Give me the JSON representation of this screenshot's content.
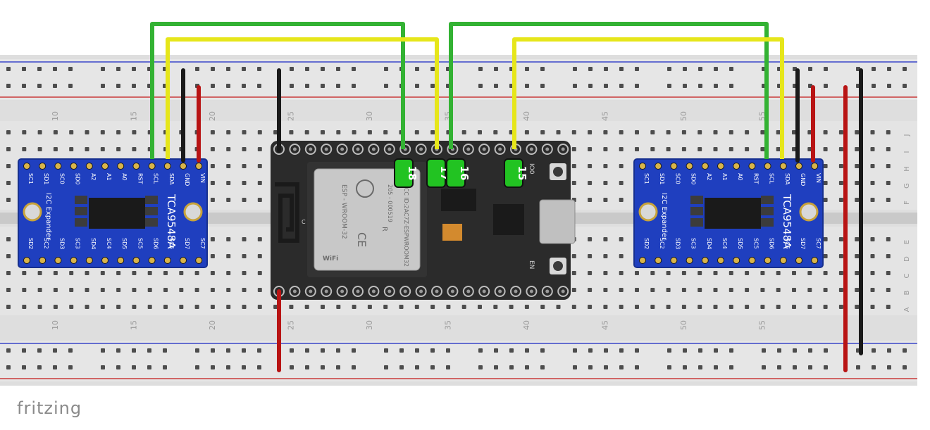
{
  "app": {
    "watermark": "fritzing",
    "accent_colors": {
      "breadboard": "#dcdcdc",
      "module_blue": "#1f3fbf",
      "esp_board": "#2b2b2b",
      "wire_green": "#33b233",
      "wire_yellow": "#e6e61a",
      "wire_black": "#1a1a1a",
      "wire_red": "#b81414",
      "pin_label_green": "#22c322"
    }
  },
  "breadboard": {
    "column_numbers": [
      "10",
      "15",
      "20",
      "25",
      "30",
      "35",
      "40",
      "45",
      "50",
      "55"
    ],
    "row_letters_top": [
      "J",
      "I",
      "H",
      "G",
      "F"
    ],
    "row_letters_bottom": [
      "E",
      "D",
      "C",
      "B",
      "A"
    ]
  },
  "modules": [
    {
      "title": "TCA9548A",
      "subtitle": "I2C Expander",
      "top_pins": [
        "SC1",
        "SD1",
        "SC0",
        "SD0",
        "A2",
        "A1",
        "A0",
        "RST",
        "SCL",
        "SDA",
        "GND",
        "VIN"
      ],
      "bottom_pins": [
        "SD2",
        "SC2",
        "SD3",
        "SC3",
        "SD4",
        "SC4",
        "SD5",
        "SC5",
        "SD6",
        "SC6",
        "SD7",
        "SC7"
      ]
    },
    {
      "title": "TCA9548A",
      "subtitle": "I2C Expander",
      "top_pins": [
        "SC1",
        "SD1",
        "SC0",
        "SD0",
        "A2",
        "A1",
        "A0",
        "RST",
        "SCL",
        "SDA",
        "GND",
        "VIN"
      ],
      "bottom_pins": [
        "SD2",
        "SC2",
        "SD3",
        "SC3",
        "SD4",
        "SC4",
        "SD5",
        "SC5",
        "SD6",
        "SC6",
        "SD7",
        "SC7"
      ]
    }
  ],
  "esp32": {
    "module_name": "ESP - WROOM-32",
    "cert_line1": "205 - 000519",
    "cert_line2": "FCC ID:2AC7Z-ESPWROOM32",
    "ce_mark": "CE",
    "r_mark": "R",
    "wifi_mark": "WiFi",
    "antenna_label": "C",
    "button_io0": "IO0",
    "button_en": "EN"
  },
  "pin_labels": [
    "18",
    "17",
    "16",
    "15"
  ]
}
